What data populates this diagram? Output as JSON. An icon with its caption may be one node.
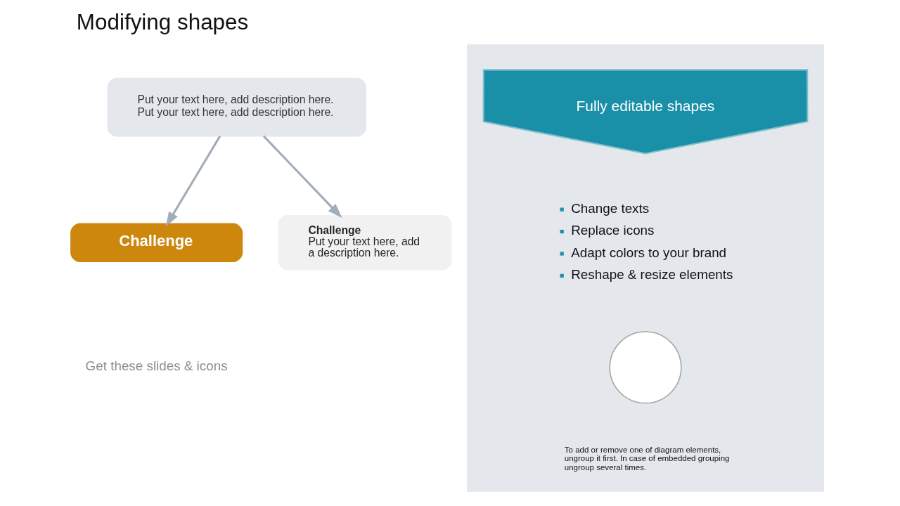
{
  "diagram": {
    "title": "Modifying shapes",
    "nodes": [
      {
        "text": [
          "Put your text here, add description here. Put your text here, add description here."
        ]
      },
      {
        "text": [
          "Challenge"
        ]
      },
      {
        "text": [
          "Challenge",
          "Put your text here, add a description here."
        ]
      },
      {
        "text": [],
        "shape": "box"
      },
      {
        "text": [
          "Fully editable shapes"
        ],
        "in": 3
      },
      {
        "text": [],
        "shape": "circle",
        "in": 3
      }
    ],
    "edges": [
      {
        "from": 0,
        "to": 1,
        "arrow": "to"
      },
      {
        "from": 0,
        "to": 2,
        "arrow": "to"
      }
    ],
    "labels": [
      "Change texts",
      "Replace icons",
      "Adapt colors to your brand",
      "Reshape & resize elements",
      "To add or remove one of diagram elements, ungroup it first. In case of embedded grouping ungroup several times.",
      "Get these slides & icons"
    ]
  }
}
